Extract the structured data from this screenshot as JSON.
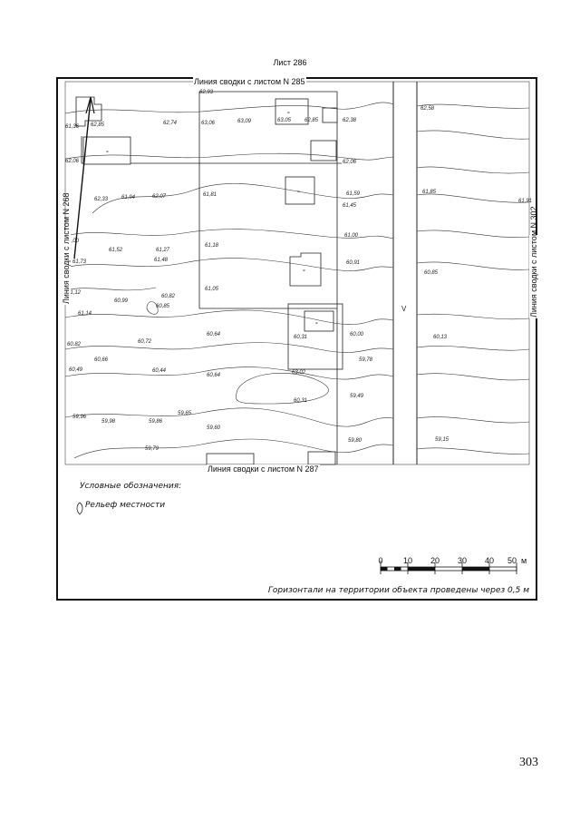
{
  "sheet": {
    "title": "Лист 286",
    "page_number": "303"
  },
  "edges": {
    "top": "Линия сводки с листом N 285",
    "bottom": "Линия сводки с листом N 287",
    "left": "Линия сводки с листом N 268",
    "right": "Линия сводки с листом N 302"
  },
  "legend": {
    "title": "Условные обозначения:",
    "relief_label": "Рельеф местности"
  },
  "scale": {
    "ticks": [
      "0",
      "10",
      "20",
      "30",
      "40",
      "50"
    ],
    "unit": "м"
  },
  "footnote": "Горизонтали на территории объекта проведены через 0,5 м",
  "elevations": [
    "62,93",
    "62,74",
    "63,06",
    "63,09",
    "63,05",
    "62,85",
    "62,38",
    "62,58",
    "62,85",
    "62,06",
    "62,33",
    "61,94",
    "62,07",
    "61,81",
    "61,59",
    "61,85",
    "61,45",
    "61,18",
    "61,00",
    "61,52",
    "61,27",
    "61,73",
    "61,48",
    "61,00",
    "61,05",
    "60,91",
    "60,85",
    "61,12",
    "60,99",
    "60,82",
    "61,14",
    "60,85",
    "60,82",
    "60,72",
    "60,64",
    "60,31",
    "60,00",
    "60,13",
    "60,66",
    "60,49",
    "60,44",
    "60,64",
    "59,78",
    "60,31",
    "59,49",
    "59,96",
    "59,98",
    "59,86",
    "59,65",
    "59,60",
    "59,80",
    "59,15",
    "59,79",
    "63,02",
    "62,06",
    "61,36",
    "61,91"
  ],
  "road_marker": "V",
  "building_label": "ж"
}
